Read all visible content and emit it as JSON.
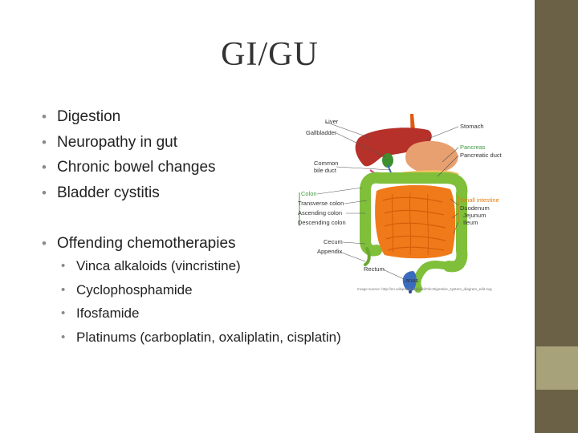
{
  "slide": {
    "title": "GI/GU",
    "bullets": [
      "Digestion",
      "Neuropathy in gut",
      "Chronic bowel changes",
      "Bladder cystitis"
    ],
    "offending": "Offending chemotherapies",
    "sub_bullets": [
      "Vinca alkaloids (vincristine)",
      "Cyclophosphamide",
      "Ifosfamide",
      "Platinums (carboplatin, oxaliplatin, cisplatin)"
    ],
    "bullet_glyph": "•"
  },
  "diagram": {
    "labels": {
      "liver": "Liver",
      "gallbladder": "Gallbladder",
      "common_bile_duct_1": "Common",
      "common_bile_duct_2": "bile duct",
      "colon": "Colon",
      "transverse_colon": "Transverse colon",
      "ascending_colon": "Ascending colon",
      "descending_colon": "Descending colon",
      "cecum": "Cecum",
      "appendix": "Appendix",
      "rectum": "Rectum",
      "anus": "anus",
      "stomach": "Stomach",
      "pancreas": "Pancreas",
      "pancreatic_duct": "Pancreatic duct",
      "small_intestine": "Small intestine",
      "duodenum": "Duodenum",
      "jejunum": "Jejunum",
      "ileum": "Ileum"
    },
    "caption": "Image source: http://en.wikipedia.org/wiki/File:Digestive_system_diagram_edit.svg"
  },
  "colors": {
    "side_bar": "#6b6147",
    "side_bar_accent": "#a8a27a",
    "liver": "#b5312a",
    "stomach": "#e8a070",
    "colon": "#7fbf3a",
    "small_intestine": "#f07a1a",
    "esophagus": "#e05a10"
  }
}
